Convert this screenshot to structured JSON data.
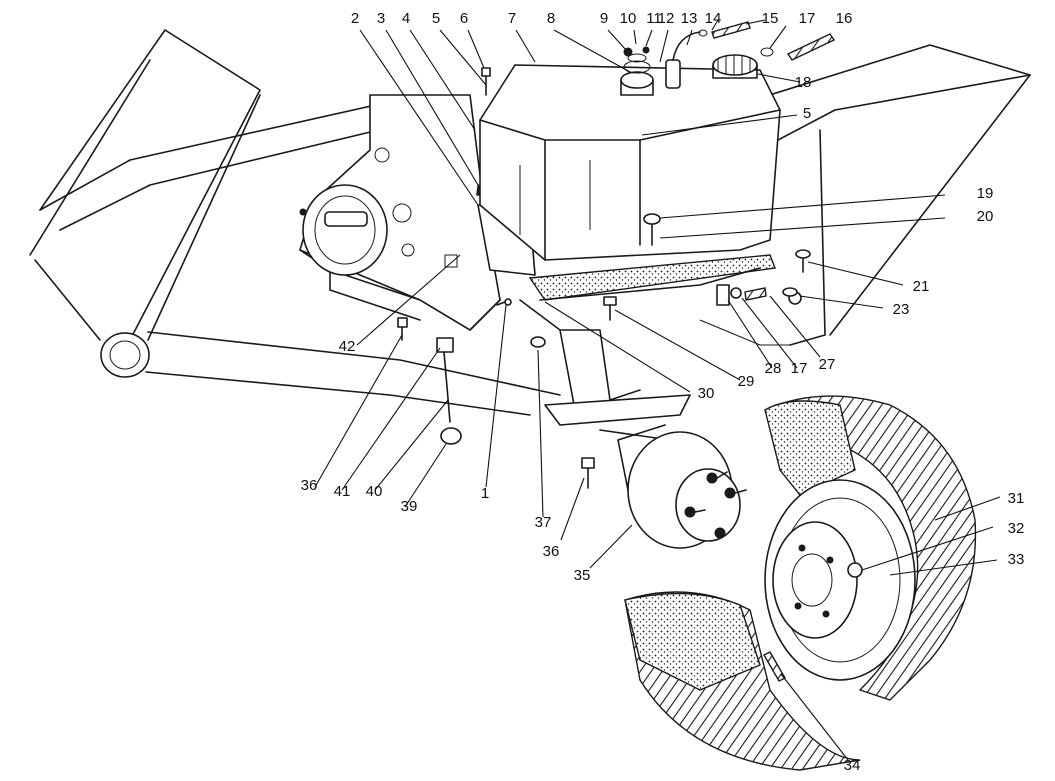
{
  "callouts": [
    {
      "id": "c2",
      "text": "2"
    },
    {
      "id": "c3",
      "text": "3"
    },
    {
      "id": "c4",
      "text": "4"
    },
    {
      "id": "c5a",
      "text": "5"
    },
    {
      "id": "c6",
      "text": "6"
    },
    {
      "id": "c7",
      "text": "7"
    },
    {
      "id": "c8",
      "text": "8"
    },
    {
      "id": "c9",
      "text": "9"
    },
    {
      "id": "c10",
      "text": "10"
    },
    {
      "id": "c11",
      "text": "11"
    },
    {
      "id": "c12",
      "text": "12"
    },
    {
      "id": "c13",
      "text": "13"
    },
    {
      "id": "c14",
      "text": "14"
    },
    {
      "id": "c15",
      "text": "15"
    },
    {
      "id": "c17a",
      "text": "17"
    },
    {
      "id": "c16",
      "text": "16"
    },
    {
      "id": "c18",
      "text": "18"
    },
    {
      "id": "c5b",
      "text": "5"
    },
    {
      "id": "c19",
      "text": "19"
    },
    {
      "id": "c20",
      "text": "20"
    },
    {
      "id": "c21",
      "text": "21"
    },
    {
      "id": "c23",
      "text": "23"
    },
    {
      "id": "c27",
      "text": "27"
    },
    {
      "id": "c17b",
      "text": "17"
    },
    {
      "id": "c28",
      "text": "28"
    },
    {
      "id": "c29",
      "text": "29"
    },
    {
      "id": "c30",
      "text": "30"
    },
    {
      "id": "c42",
      "text": "42"
    },
    {
      "id": "c36a",
      "text": "36"
    },
    {
      "id": "c41",
      "text": "41"
    },
    {
      "id": "c40",
      "text": "40"
    },
    {
      "id": "c39",
      "text": "39"
    },
    {
      "id": "c1",
      "text": "1"
    },
    {
      "id": "c37",
      "text": "37"
    },
    {
      "id": "c36b",
      "text": "36"
    },
    {
      "id": "c35",
      "text": "35"
    },
    {
      "id": "c31",
      "text": "31"
    },
    {
      "id": "c32",
      "text": "32"
    },
    {
      "id": "c33",
      "text": "33"
    },
    {
      "id": "c34",
      "text": "34"
    }
  ]
}
